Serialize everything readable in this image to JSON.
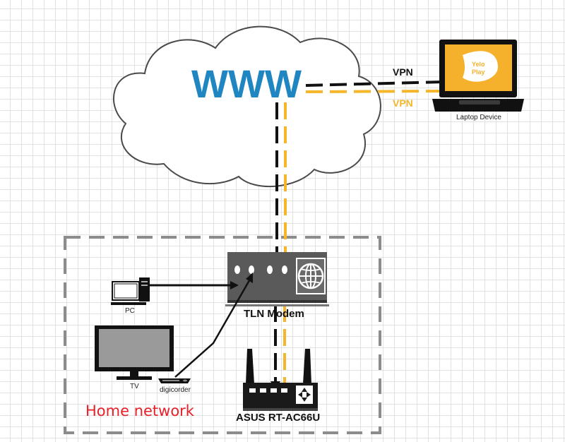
{
  "cloud": {
    "text": "WWW"
  },
  "laptop": {
    "label": "Laptop Device",
    "screen_text": [
      "Yelo",
      "Play"
    ]
  },
  "links": {
    "vpn_black": "VPN",
    "vpn_yellow": "VPN"
  },
  "home_network": {
    "label": "Home network"
  },
  "devices": {
    "modem": "TLN Modem",
    "router": "ASUS RT-AC66U",
    "pc": "PC",
    "tv": "TV",
    "digicorder": "digicorder"
  },
  "colors": {
    "cloud_text": "#1f86c2",
    "vpn_yellow": "#f5b62a",
    "screen": "#f5b12b",
    "home_label": "#e8202a",
    "dashed_border": "#8c8c8c"
  }
}
